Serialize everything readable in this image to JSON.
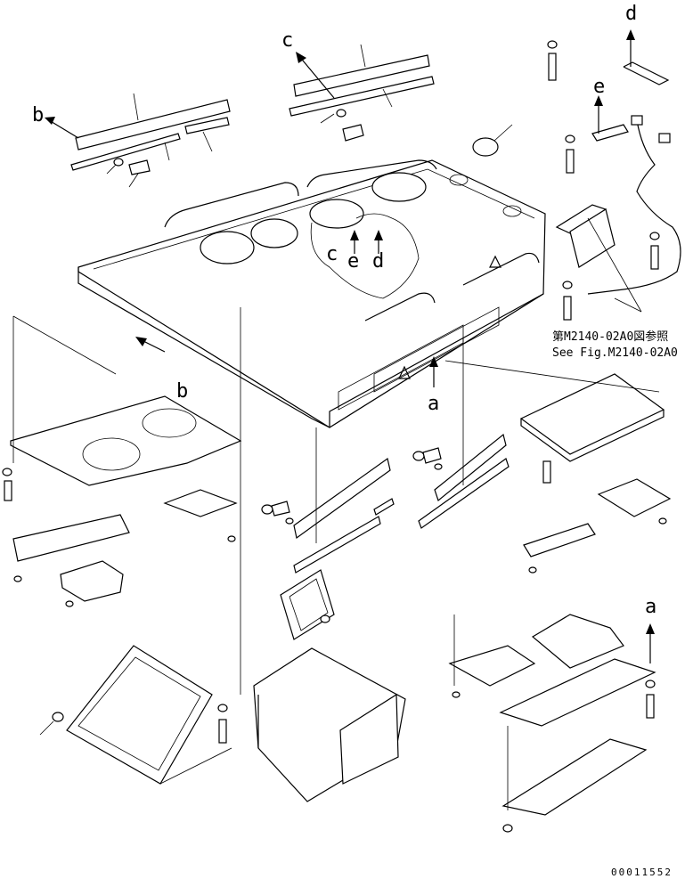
{
  "diagram": {
    "callout_letters": {
      "a_right": "a",
      "a_lower": "a",
      "b_top": "b",
      "b_mid": "b",
      "c_top": "c",
      "c_mid": "c",
      "d_top": "d",
      "d_mid": "d",
      "e_right": "e",
      "e_mid": "e"
    },
    "reference_note": {
      "japanese": "第M2140-02A0図参照",
      "english": "See Fig.M2140-02A0"
    },
    "drawing_code": "00011552"
  }
}
